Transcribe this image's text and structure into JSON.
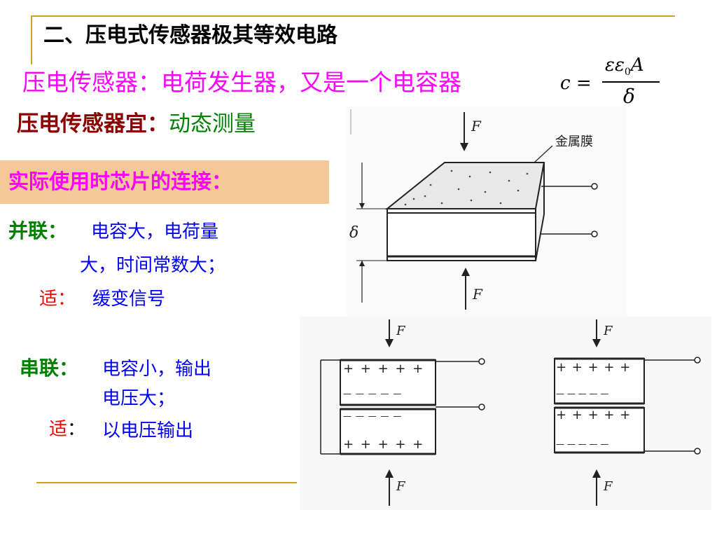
{
  "slide": {
    "title": "二、压电式传感器极其等效电路",
    "line1": "压电传感器：电荷发生器，又是一个电容器",
    "formula": {
      "lhs": "c =",
      "numerator_eps": "εε",
      "numerator_sub": "0",
      "numerator_A": "A",
      "denominator": "δ"
    },
    "line2_label": "压电传感器宜：",
    "line2_value": "动态测量",
    "section_box": "实际使用时芯片的连接：",
    "parallel": {
      "label": "并联：",
      "text1": "电容大，电荷量",
      "text2": "大，时间常数大；",
      "suit_label": "适：",
      "suit_text": "缓变信号"
    },
    "series": {
      "label": "串联：",
      "text1": "电容小，输出",
      "text2": "电压大；",
      "suit_label": "适",
      "suit_colon": "：",
      "suit_text": "以电压输出"
    },
    "figure_top": {
      "force_label": "F",
      "metal_film": "金属膜",
      "thickness": "δ"
    },
    "figure_bottom": {
      "force_label": "F",
      "plus": "+ + + + +",
      "minus": "— — — — —"
    },
    "colors": {
      "title_dark": "#000000",
      "magenta": "#ff00ff",
      "dark_red": "#8b0000",
      "green": "#008000",
      "blue": "#0000ff",
      "red": "#ff0000",
      "box_bg": "#f5c89a",
      "rule": "#d4a017"
    }
  }
}
